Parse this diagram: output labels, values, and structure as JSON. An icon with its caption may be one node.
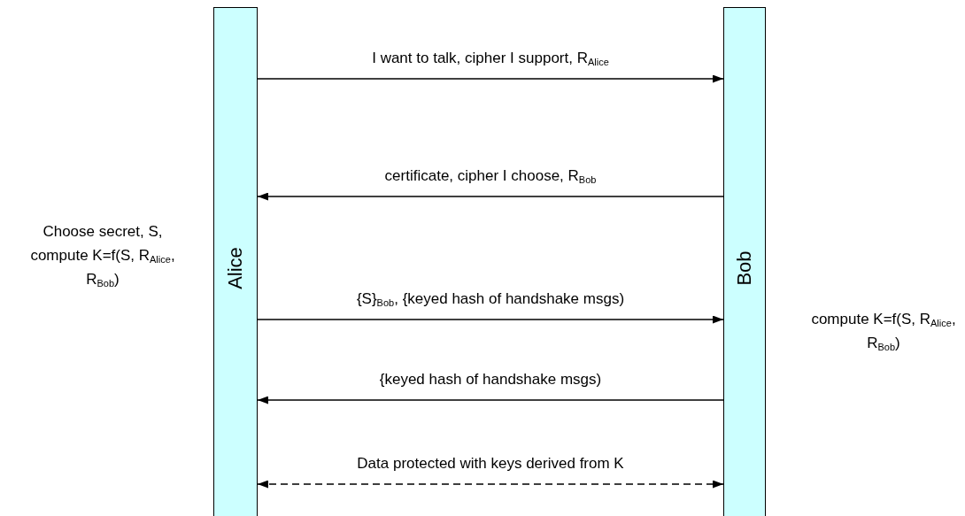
{
  "diagram": {
    "nodes": [
      {
        "text": [
          "Alice"
        ],
        "beside": [
          "Choose secret, S, compute K=f(S, R$_{Alice}$, R$_{Bob}$)"
        ]
      },
      {
        "text": [
          "Bob"
        ],
        "beside": [
          "compute K=f(S, R$_{Alice}$, R$_{Bob}$)"
        ]
      }
    ],
    "edges": [
      {
        "from": 0,
        "to": 1,
        "arrow": "to",
        "label": "I want to talk, cipher I support, R$_{Alice}$"
      },
      {
        "from": 1,
        "to": 0,
        "arrow": "to",
        "label": "certificate, cipher I choose, R$_{Bob}$"
      },
      {
        "from": 0,
        "to": 1,
        "arrow": "to",
        "label": "{S}$_{Bob}$, {keyed hash of handshake msgs)"
      },
      {
        "from": 1,
        "to": 0,
        "arrow": "to",
        "label": "{keyed hash of handshake msgs)"
      },
      {
        "from": 0,
        "to": 1,
        "arrow": "both",
        "style": "dashed",
        "label": "Data protected with keys derived from K"
      }
    ]
  }
}
